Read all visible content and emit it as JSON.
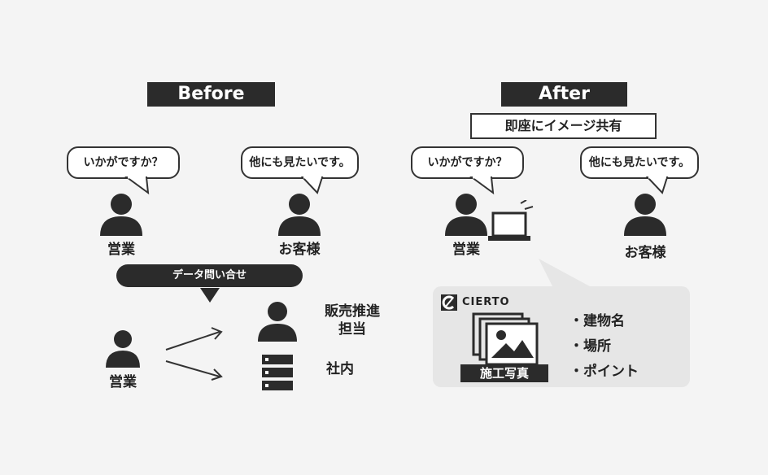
{
  "before": {
    "title": "Before",
    "bubble_left": "いかがですか？",
    "bubble_right": "他にも見たいです。",
    "person_left": "営業",
    "person_right": "お客様",
    "inquiry": "データ問い合せ",
    "person_bottom": "営業",
    "target_top": "販売推進\n担当",
    "target_top_l1": "販売推進",
    "target_top_l2": "担当",
    "target_bottom": "社内"
  },
  "after": {
    "title": "After",
    "share": "即座にイメージ共有",
    "bubble_left": "いかがですか？",
    "bubble_right": "他にも見たいです。",
    "person_left": "営業",
    "person_right": "お客様",
    "brand": "CIERTO",
    "photo_label": "施工写真",
    "bullets": [
      "・建物名",
      "・場所",
      "・ポイント"
    ]
  },
  "colors": {
    "dark": "#2b2b2b",
    "panel": "#e6e6e6",
    "background": "#f4f4f4"
  }
}
